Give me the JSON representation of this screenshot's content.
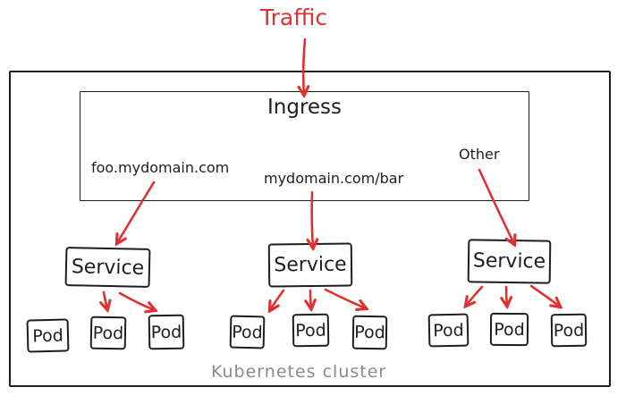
{
  "colors": {
    "arrow_red": "#e03131",
    "stroke_black": "#1e1e1e",
    "cluster_label_gray": "#8a8a8a",
    "background": "#ffffff"
  },
  "traffic": {
    "label": "Traffic"
  },
  "cluster": {
    "label": "Kubernetes cluster"
  },
  "ingress": {
    "title": "Ingress",
    "rules": [
      {
        "label": "foo.mydomain.com"
      },
      {
        "label": "mydomain.com/bar"
      },
      {
        "label": "Other"
      }
    ]
  },
  "services": [
    {
      "label": "Service"
    },
    {
      "label": "Service"
    },
    {
      "label": "Service"
    }
  ],
  "pods": [
    "Pod",
    "Pod",
    "Pod",
    "Pod",
    "Pod",
    "Pod",
    "Pod",
    "Pod",
    "Pod"
  ],
  "edges": [
    {
      "from": "traffic",
      "to": "ingress"
    },
    {
      "from": "ingress-rule-foo",
      "to": "service-1"
    },
    {
      "from": "ingress-rule-bar",
      "to": "service-2"
    },
    {
      "from": "ingress-rule-other",
      "to": "service-3"
    },
    {
      "from": "service-1",
      "to": "pod-2"
    },
    {
      "from": "service-1",
      "to": "pod-3"
    },
    {
      "from": "service-2",
      "to": "pod-4"
    },
    {
      "from": "service-2",
      "to": "pod-5"
    },
    {
      "from": "service-2",
      "to": "pod-6"
    },
    {
      "from": "service-3",
      "to": "pod-7"
    },
    {
      "from": "service-3",
      "to": "pod-8"
    },
    {
      "from": "service-3",
      "to": "pod-9"
    }
  ]
}
